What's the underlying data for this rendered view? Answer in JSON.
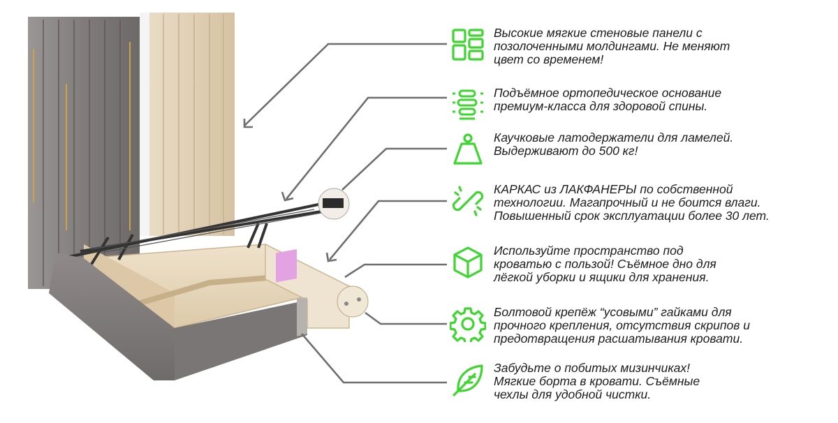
{
  "colors": {
    "accent": "#3dd62f",
    "text": "#1b1b1b",
    "pointer": "#6e6e6e",
    "upholstery": "#8a8584",
    "plywood": "#e7d6bd",
    "lift_mechanism": "#3a3a3a",
    "highlight_pink": "#e3a3e3"
  },
  "features": [
    {
      "icon": "wall-panels-icon",
      "text": "Высокие мягкие стеновые панели с\nпозолоченными молдингами. Не меняют\nцвет со временем!"
    },
    {
      "icon": "spine-icon",
      "text": "Подъёмное ортопедическое основание\nпремиум-класса для здоровой спины."
    },
    {
      "icon": "weight-icon",
      "text": "Каучковые латодержатели для ламелей.\nВыдерживают до 500 кг!"
    },
    {
      "icon": "broken-link-icon",
      "text": "КАРКАС из ЛАКФАНЕРЫ по собственной\nтехнологии. Магапрочный и не боится влаги.\nПовышенный срок эксплуатации более 30 лет."
    },
    {
      "icon": "box-icon",
      "text": "Используйте пространство под\nкроватью с пользой! Съёмное дно для\nлёгкой уборки и ящики для хранения."
    },
    {
      "icon": "gear-icon",
      "text": "Болтовой крепёж “усовыми” гайками для\nпрочного крепления, отсутствия скрипов и\nпредотвращения расшатывания кровати."
    },
    {
      "icon": "feather-icon",
      "text": "Забудьте о побитых мизинчиках!\nМягкие борта в кровати. Съёмные\nчехлы для удобной чистки."
    }
  ]
}
